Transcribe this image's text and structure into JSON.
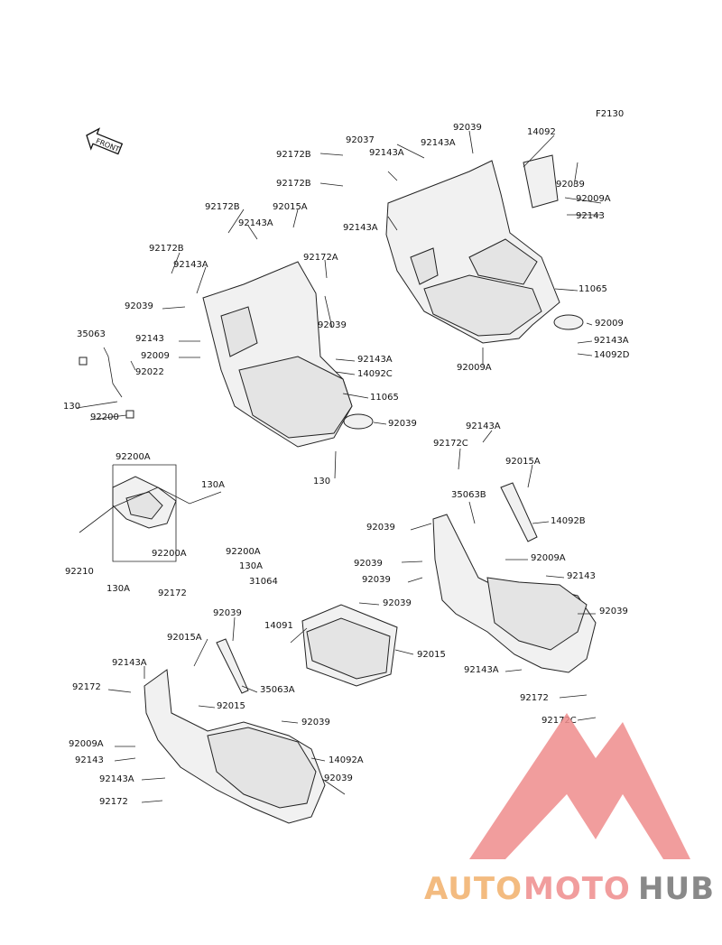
{
  "figure_code": "F2130",
  "front_badge": "FRONT",
  "watermark": {
    "part1": "AUTO",
    "part2": "MOTO",
    "part3": "HUB",
    "color_part1": "#f2b06b",
    "color_part2": "#ef8d8d",
    "color_part3": "#757575"
  },
  "labels": [
    "92172B",
    "92037",
    "92039",
    "92143A",
    "92172B",
    "92143A",
    "14092",
    "92039",
    "92009A",
    "92143",
    "92172B",
    "92015A",
    "92143A",
    "92172B",
    "92143A",
    "92143A",
    "92172A",
    "92039",
    "92039",
    "11065",
    "92009",
    "92143A",
    "14092D",
    "92009A",
    "92143",
    "92009",
    "92143A",
    "14092C",
    "11065",
    "92039",
    "130",
    "35063",
    "92022",
    "130",
    "92200",
    "92200A",
    "130A",
    "92200A",
    "92210",
    "92200A",
    "130A",
    "130A",
    "31064",
    "92172",
    "92143A",
    "92172C",
    "92015A",
    "35063B",
    "14092B",
    "92039",
    "92009A",
    "92039",
    "92143",
    "92039",
    "92039",
    "92039",
    "14091",
    "92015",
    "92143A",
    "92172",
    "92172C",
    "92039",
    "92015A",
    "35063A",
    "92143A",
    "92172",
    "92015",
    "92039",
    "92009A",
    "14092A",
    "92143",
    "92143A",
    "92039",
    "92172"
  ]
}
